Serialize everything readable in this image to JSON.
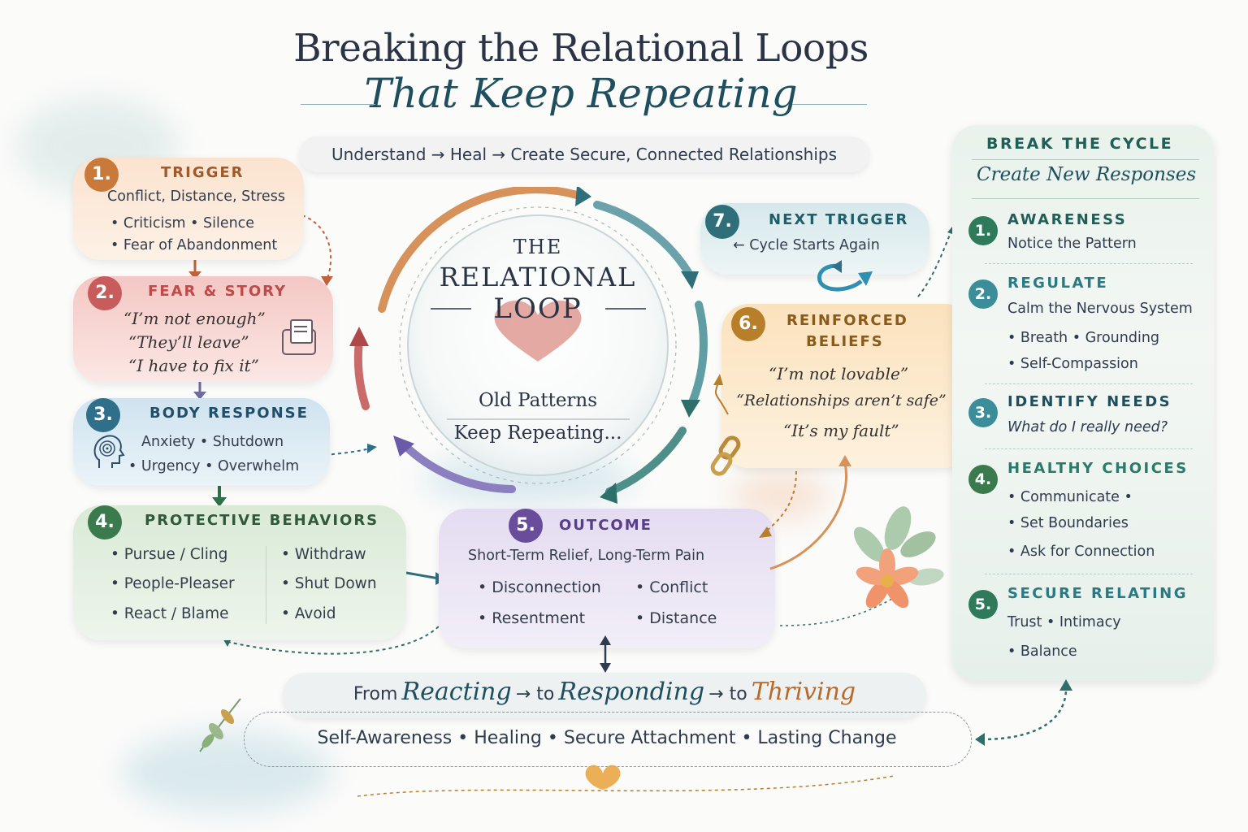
{
  "header": {
    "title": "Breaking the Relational Loops",
    "subtitle": "That Keep Repeating",
    "tagline": "Understand → Heal → Create Secure, Connected Relationships"
  },
  "center": {
    "line1": "THE",
    "line2": "RELATIONAL",
    "line3": "LOOP",
    "line4": "Old Patterns",
    "line5": "Keep Repeating..."
  },
  "steps": {
    "trigger": {
      "num": "1.",
      "title": "TRIGGER",
      "line1": "Conflict, Distance, Stress",
      "line2": "• Criticism   • Silence",
      "line3": "• Fear of Abandonment"
    },
    "fear": {
      "num": "2.",
      "title": "FEAR & STORY",
      "q1": "“I’m not enough”",
      "q2": "“They’ll leave”",
      "q3": "“I have to fix it”"
    },
    "body": {
      "num": "3.",
      "title": "BODY RESPONSE",
      "line1": "Anxiety  • Shutdown",
      "line2": "• Urgency • Overwhelm"
    },
    "protective": {
      "num": "4.",
      "title": "PROTECTIVE BEHAVIORS",
      "left": [
        "• Pursue / Cling",
        "• People-Pleaser",
        "• React / Blame"
      ],
      "right": [
        "• Withdraw",
        "• Shut Down",
        "• Avoid"
      ]
    },
    "outcome": {
      "num": "5.",
      "title": "OUTCOME",
      "line1": "Short-Term Relief, Long-Term Pain",
      "left": [
        "• Disconnection",
        "• Resentment"
      ],
      "right": [
        "• Conflict",
        "• Distance"
      ]
    },
    "beliefs": {
      "num": "6.",
      "title1": "REINFORCED",
      "title2": "BELIEFS",
      "q1": "“I’m not lovable”",
      "q2": "“Relationships aren’t safe”",
      "q3": "“It’s my fault”"
    },
    "next": {
      "num": "7.",
      "title": "NEXT TRIGGER",
      "line1": "← Cycle Starts Again"
    }
  },
  "panel": {
    "title": "BREAK THE CYCLE",
    "subtitle": "Create New Responses",
    "items": [
      {
        "num": "1.",
        "title": "AWARENESS",
        "lines": [
          "Notice the Pattern"
        ]
      },
      {
        "num": "2.",
        "title": "REGULATE",
        "lines": [
          "Calm the Nervous System",
          "• Breath   • Grounding",
          "• Self-Compassion"
        ]
      },
      {
        "num": "3.",
        "title": "IDENTIFY NEEDS",
        "lines": [
          "What do I really need?"
        ]
      },
      {
        "num": "4.",
        "title": "HEALTHY CHOICES",
        "lines": [
          "• Communicate  •",
          "• Set Boundaries",
          "• Ask for Connection"
        ]
      },
      {
        "num": "5.",
        "title": "SECURE RELATING",
        "lines": [
          "Trust • Intimacy",
          "• Balance"
        ]
      }
    ]
  },
  "bottom": {
    "from": "From",
    "w1": "Reacting",
    "to1": "→ to",
    "w2": "Responding",
    "to2": "→ to",
    "w3": "Thriving",
    "values": "Self-Awareness • Healing • Secure Attachment • Lasting Change"
  },
  "colors": {
    "orange": "#c97a3a",
    "red": "#c85b5b",
    "blue": "#2f6f8a",
    "green": "#3b7a4c",
    "purple": "#6a4d9a",
    "gold": "#b87f2a",
    "teal": "#3a8d99"
  }
}
